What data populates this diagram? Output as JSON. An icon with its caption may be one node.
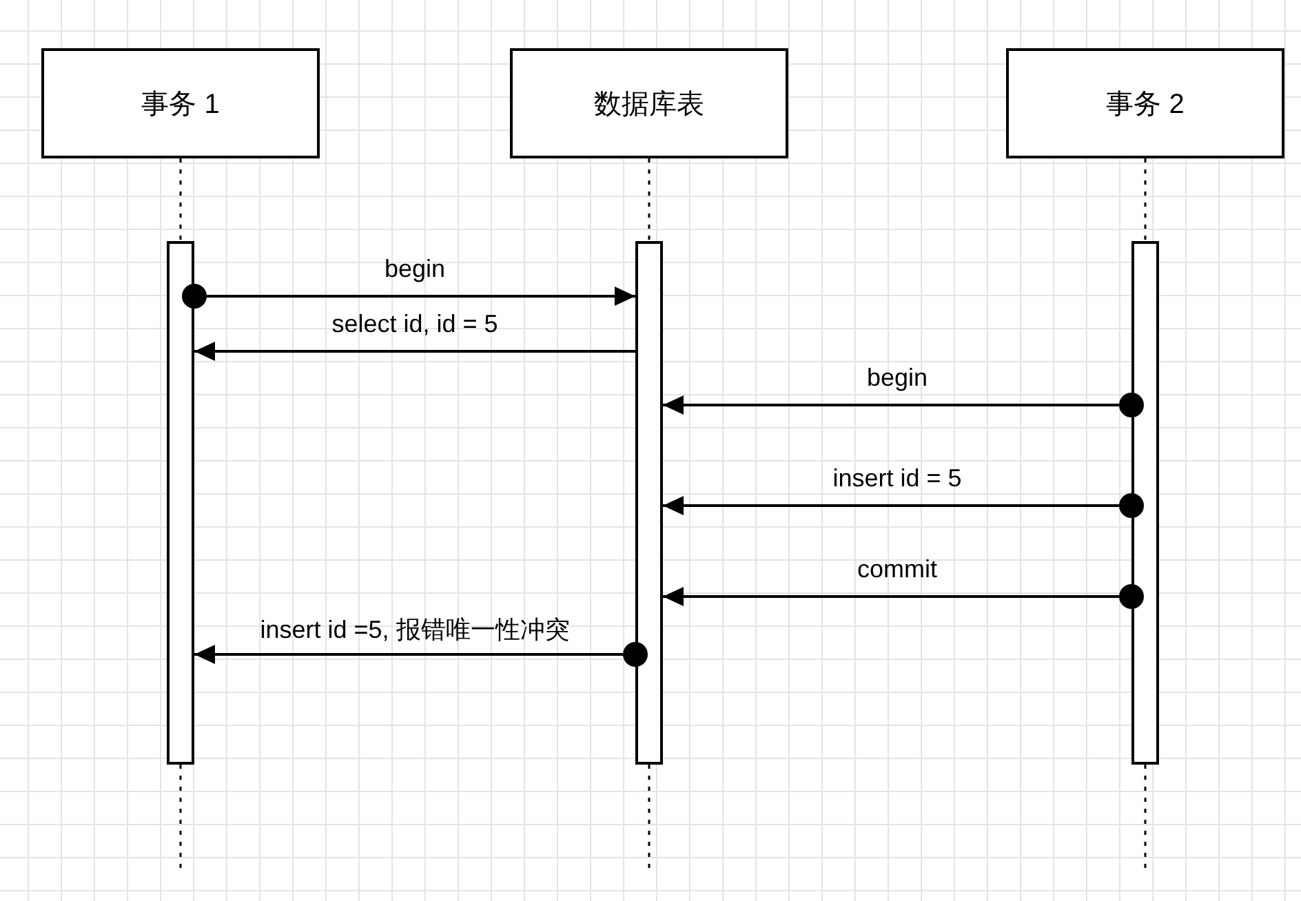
{
  "diagram": {
    "nodes": [
      {
        "text": [
          "事务 1"
        ]
      },
      {
        "text": [
          "数据库表"
        ]
      },
      {
        "text": [
          "事务 2"
        ]
      },
      {
        "text": [],
        "shape": "bar"
      },
      {
        "text": [],
        "shape": "bar"
      },
      {
        "text": [],
        "shape": "bar"
      }
    ],
    "edges": [
      {
        "from": 0,
        "to": 3,
        "arrow": "none",
        "style": "dashed"
      },
      {
        "from": 1,
        "to": 4,
        "arrow": "none",
        "style": "dashed"
      },
      {
        "from": 2,
        "to": 5,
        "arrow": "none",
        "style": "dashed"
      },
      {
        "from": 3,
        "to": 4,
        "arrow": "to",
        "label": "begin"
      },
      {
        "from": 4,
        "to": 3,
        "arrow": "to",
        "label": "select id, id = 5"
      },
      {
        "from": 5,
        "to": 4,
        "arrow": "to",
        "label": "begin"
      },
      {
        "from": 5,
        "to": 4,
        "arrow": "to",
        "label": "insert id = 5"
      },
      {
        "from": 5,
        "to": 4,
        "arrow": "to",
        "label": "commit"
      },
      {
        "from": 4,
        "to": 3,
        "arrow": "to",
        "label": "insert id =5, 报错唯一性冲突"
      }
    ]
  }
}
